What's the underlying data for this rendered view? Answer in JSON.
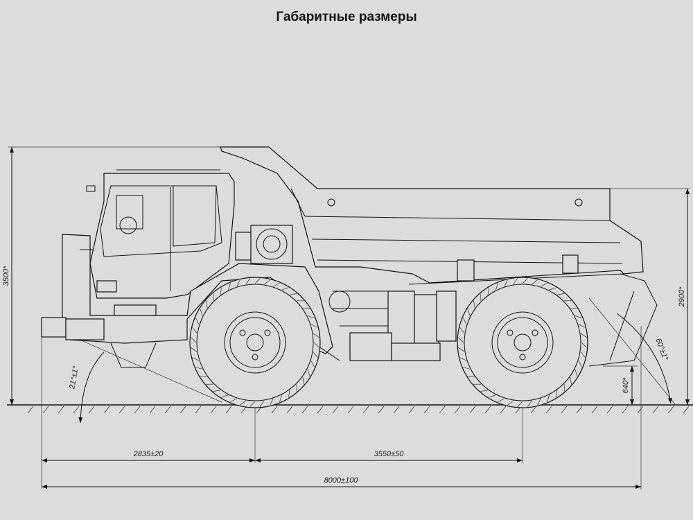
{
  "title": "Габаритные размеры",
  "dimensions": {
    "front_overhang": "2835±20",
    "wheelbase": "3550±50",
    "overall_length": "8000±100",
    "overall_height": "3500*",
    "side_height": "2900*",
    "rear_clearance": "640*",
    "approach_angle": "21°±1°",
    "dump_angle": "60°±1°"
  },
  "colors": {
    "background": "#dcdcdc",
    "line": "#111111"
  }
}
